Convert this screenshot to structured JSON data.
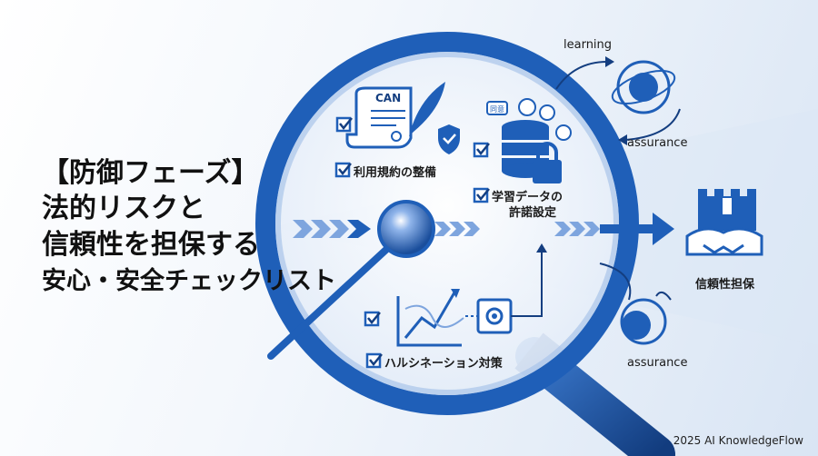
{
  "title": {
    "line1": "【防御フェーズ】",
    "line2": "法的リスクと",
    "line3": "信頼性を担保する",
    "line4": "安心・安全チェックリスト"
  },
  "checklist": {
    "terms": "利用規約の整備",
    "data_permission_line1": "学習データの",
    "data_permission_line2": "許諾設定",
    "hallucination": "ハルシネーション対策"
  },
  "document_label": "CAN",
  "bubble_label": "同意",
  "cycle": {
    "learning": "learning",
    "assurance_top": "assurance",
    "assurance_bottom": "assurance"
  },
  "result_label": "信頼性担保",
  "footer": "2025 AI KnowledgeFlow",
  "colors": {
    "primary": "#1f5fb8",
    "dark": "#143e80",
    "light": "#a9c4ea"
  }
}
